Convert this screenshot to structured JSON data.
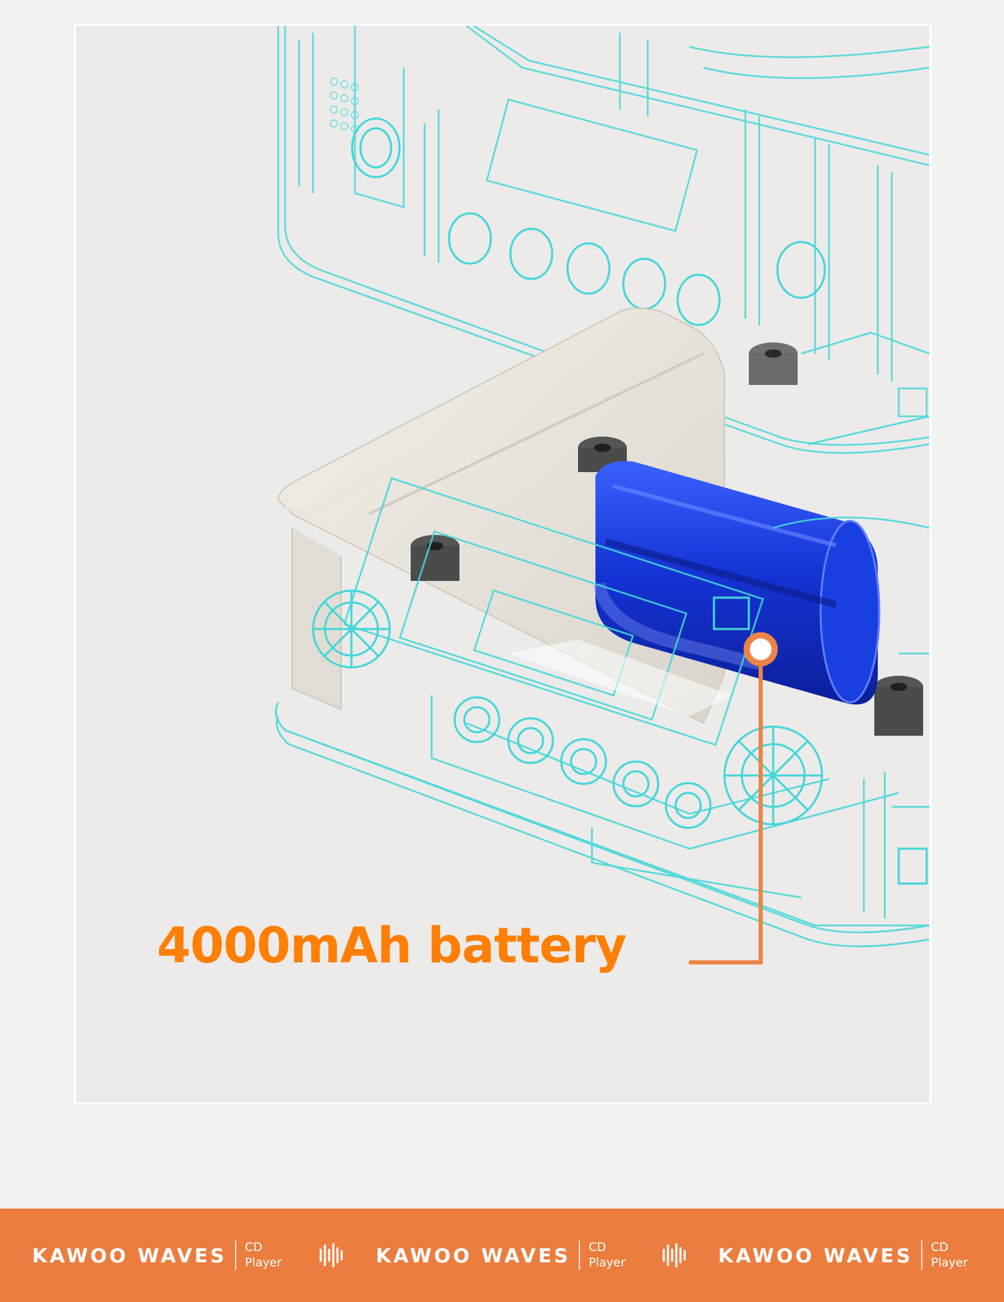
{
  "feature": {
    "caption": "4000mAh battery"
  },
  "brand": {
    "name": "KAWOO WAVES",
    "sub_line1": "CD",
    "sub_line2": "Player",
    "icon": "waveform-logo-icon"
  },
  "colors": {
    "accent_orange": "#fd7f06",
    "footer_bar": "#eb7d3f",
    "wireframe_cyan": "#44d6d8",
    "battery_blue": "#1a3fe0",
    "background": "#ecebea"
  }
}
